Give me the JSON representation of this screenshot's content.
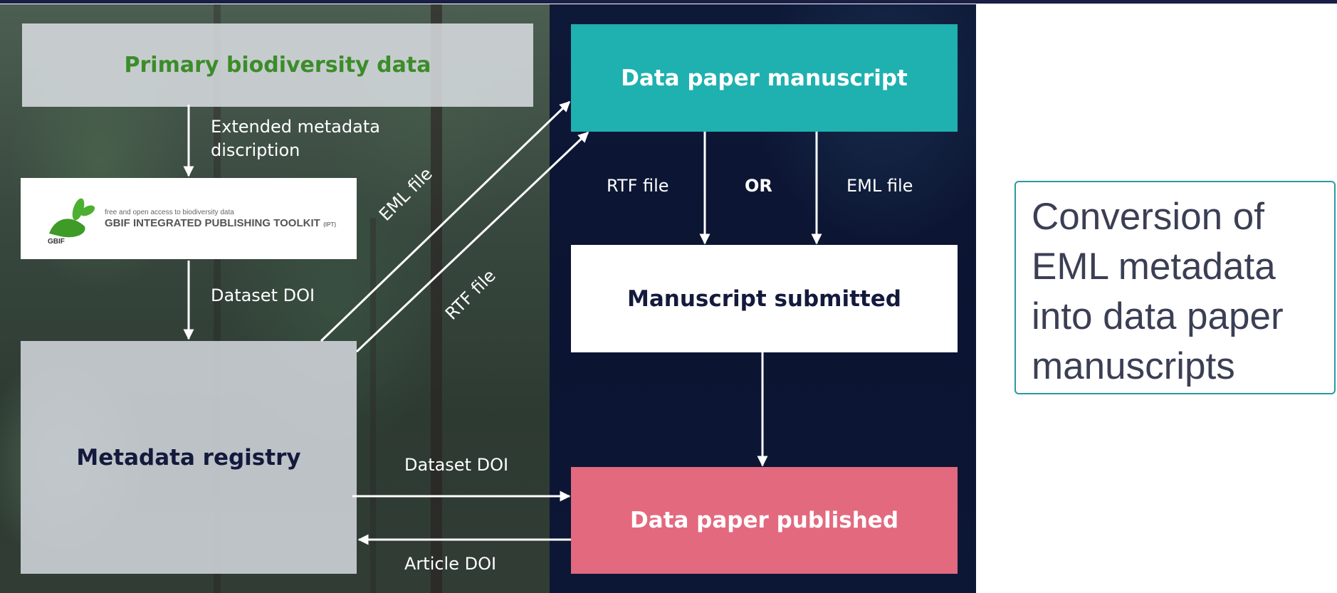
{
  "boxes": {
    "primary": "Primary biodiversity data",
    "ipt_tagline": "free and open access to biodiversity data",
    "ipt_title": "GBIF INTEGRATED PUBLISHING TOOLKIT",
    "ipt_badge": "(IPT)",
    "gbif_logo_text": "GBIF",
    "registry": "Metadata registry",
    "manuscript": "Data paper manuscript",
    "submitted": "Manuscript submitted",
    "published": "Data paper published"
  },
  "labels": {
    "extended_line1": "Extended metadata",
    "extended_line2": "discription",
    "dataset_doi_left": "Dataset DOI",
    "eml_file_diag": "EML file",
    "rtf_file_diag": "RTF file",
    "rtf_file": "RTF file",
    "or": "OR",
    "eml_file": "EML file",
    "dataset_doi_bottom": "Dataset DOI",
    "article_doi": "Article DOI"
  },
  "callout": {
    "text": "Conversion of EML metadata into data paper manuscripts"
  },
  "colors": {
    "primary_text": "#3c8c2a",
    "manuscript_box": "#1fb0b0",
    "published_box": "#e3697f",
    "dark_text": "#141a3c",
    "callout_border": "#2a9aa0"
  }
}
